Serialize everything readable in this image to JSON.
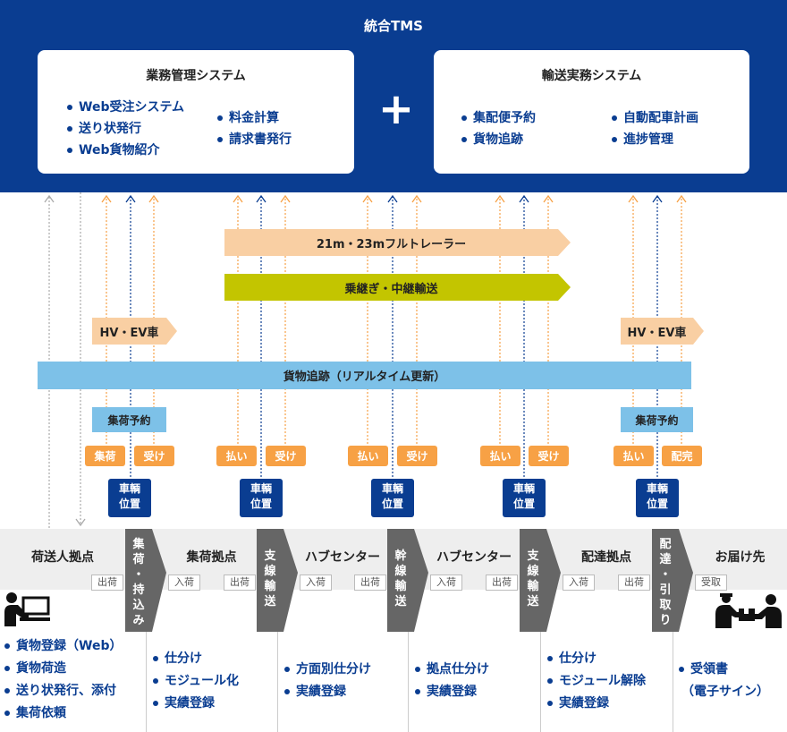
{
  "tms": {
    "title": "統合TMS",
    "business": {
      "title": "業務管理システム",
      "col1": [
        "Web受注システム",
        "送り状発行",
        "Web貨物紹介"
      ],
      "col2": [
        "料金計算",
        "請求書発行"
      ]
    },
    "plus": "+",
    "transport": {
      "title": "輸送実務システム",
      "col1": [
        "集配便予約",
        "貨物追跡"
      ],
      "col2": [
        "自動配車計画",
        "進捗管理"
      ]
    }
  },
  "bands": {
    "trailer": "21m・23mフルトレーラー",
    "relay": "乗継ぎ・中継輸送",
    "hv_left": "HV・EV車",
    "hv_right": "HV・EV車",
    "tracking": "貨物追跡（リアルタイム更新）",
    "pickup_left": "集荷予約",
    "pickup_right": "集荷予約"
  },
  "tags": {
    "t1a": "集荷",
    "t1b": "受け",
    "t2a": "払い",
    "t2b": "受け",
    "t3a": "払い",
    "t3b": "受け",
    "t4a": "払い",
    "t4b": "受け",
    "t5a": "払い",
    "t5b": "配完"
  },
  "vehicle": {
    "line1": "車輌",
    "line2": "位置"
  },
  "process": {
    "nodes": [
      "荷送人拠点",
      "集荷拠点",
      "ハブセンター",
      "ハブセンター",
      "配達拠点",
      "お届け先"
    ],
    "chevrons": [
      "集荷・持込み",
      "支線輸送",
      "幹線輸送",
      "支線輸送",
      "配達・引取り"
    ],
    "out": "出荷",
    "in": "入荷",
    "receive": "受取"
  },
  "details": {
    "shipper": [
      "貨物登録（Web）",
      "貨物荷造",
      "送り状発行、添付",
      "集荷依頼"
    ],
    "pickup_base": [
      "仕分け",
      "モジュール化",
      "実績登録"
    ],
    "hub1": [
      "方面別仕分け",
      "実績登録"
    ],
    "hub2": [
      "拠点仕分け",
      "実績登録"
    ],
    "delivery_base": [
      "仕分け",
      "モジュール解除",
      "実績登録"
    ],
    "destination": [
      "受領書",
      "（電子サイン）"
    ]
  },
  "colors": {
    "navy": "#0a3d91",
    "orange": "#f7a145",
    "peach": "#f9cfa3",
    "olive": "#c3c500",
    "lightblue": "#7dc1e8",
    "chevron": "#666666"
  }
}
